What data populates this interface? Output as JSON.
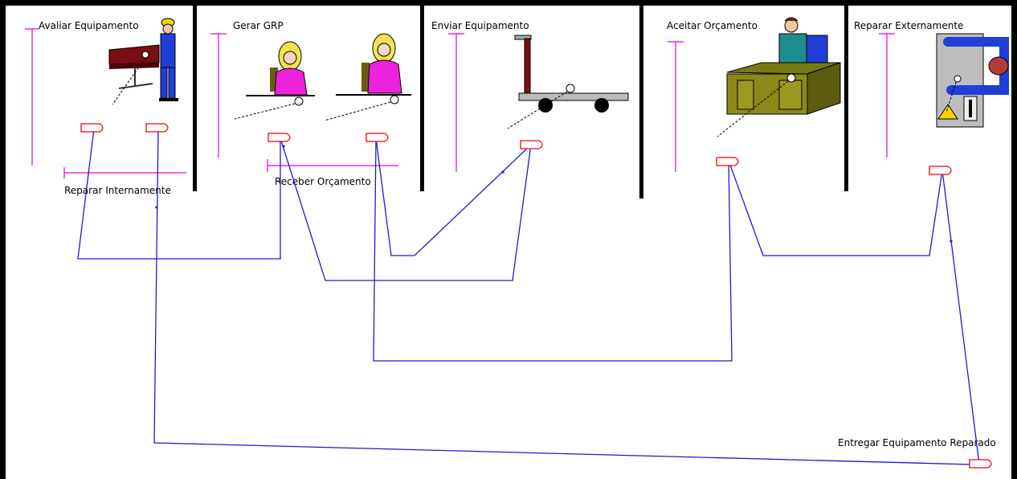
{
  "colors": {
    "frame": "#000000",
    "flow_line": "#1b1bd6",
    "lane_marker": "#e000e0",
    "port": "#ff0000",
    "label": "#000000"
  },
  "lanes": [
    {
      "title": "Avaliar Equipamento",
      "icon": "technician-at-workbench-icon"
    },
    {
      "title": "Gerar GRP",
      "icon": "clerk-at-desk-icon"
    },
    {
      "title": "Enviar Equipamento",
      "icon": "hand-cart-icon"
    },
    {
      "title": "Aceitar Orçamento",
      "icon": "manager-at-desk-icon"
    },
    {
      "title": "Reparar Externamente",
      "icon": "external-repair-machine-icon"
    }
  ],
  "activities": {
    "reparar_internamente": "Reparar Internamente",
    "receber_orcamento": "Receber Orçamento",
    "entregar_equipamento_reparado": "Entregar Equipamento Reparado"
  }
}
